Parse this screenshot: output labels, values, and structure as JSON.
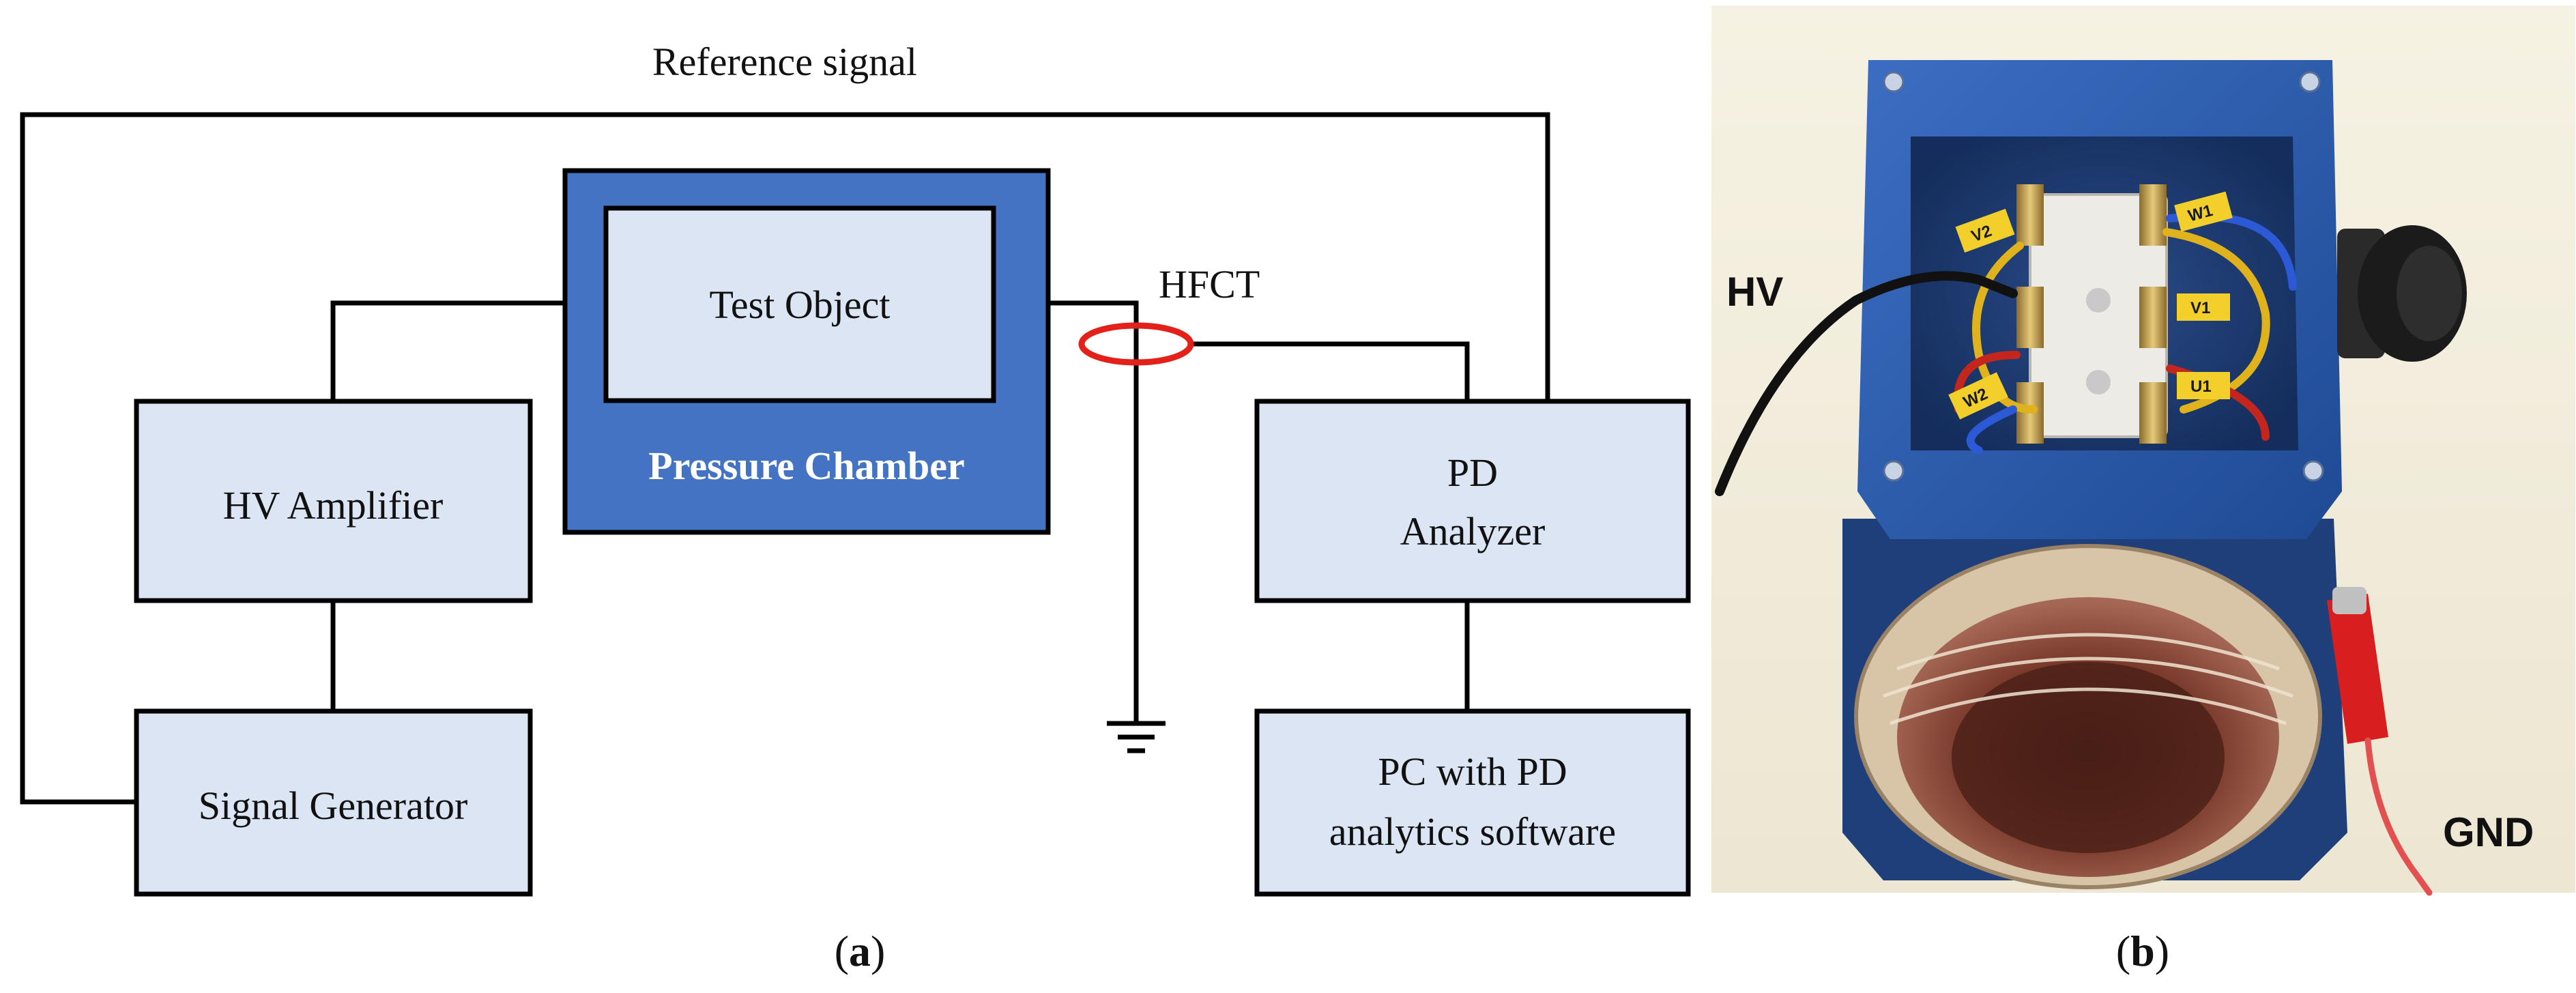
{
  "diagram": {
    "reference_signal": "Reference signal",
    "hfct": "HFCT",
    "test_object": "Test Object",
    "pressure_chamber": "Pressure Chamber",
    "hv_amplifier": "HV Amplifier",
    "signal_generator": "Signal Generator",
    "pd_analyzer_line1": "PD",
    "pd_analyzer_line2": "Analyzer",
    "pc_line1": "PC with PD",
    "pc_line2": "analytics software"
  },
  "photo": {
    "hv_label": "HV",
    "gnd_label": "GND",
    "terminal_labels": [
      "V2",
      "W1",
      "V1",
      "W2",
      "U1"
    ]
  },
  "captions": {
    "a_open": "(",
    "a_letter": "a",
    "a_close": ")",
    "b_open": "(",
    "b_letter": "b",
    "b_close": ")"
  },
  "colors": {
    "box_fill": "#dce5f3",
    "chamber_fill": "#4573c4",
    "chamber_text": "#ffffff",
    "hfct_ring": "#e32019",
    "motor_blue": "#2a5aa8",
    "clip_red": "#d81e1e"
  }
}
